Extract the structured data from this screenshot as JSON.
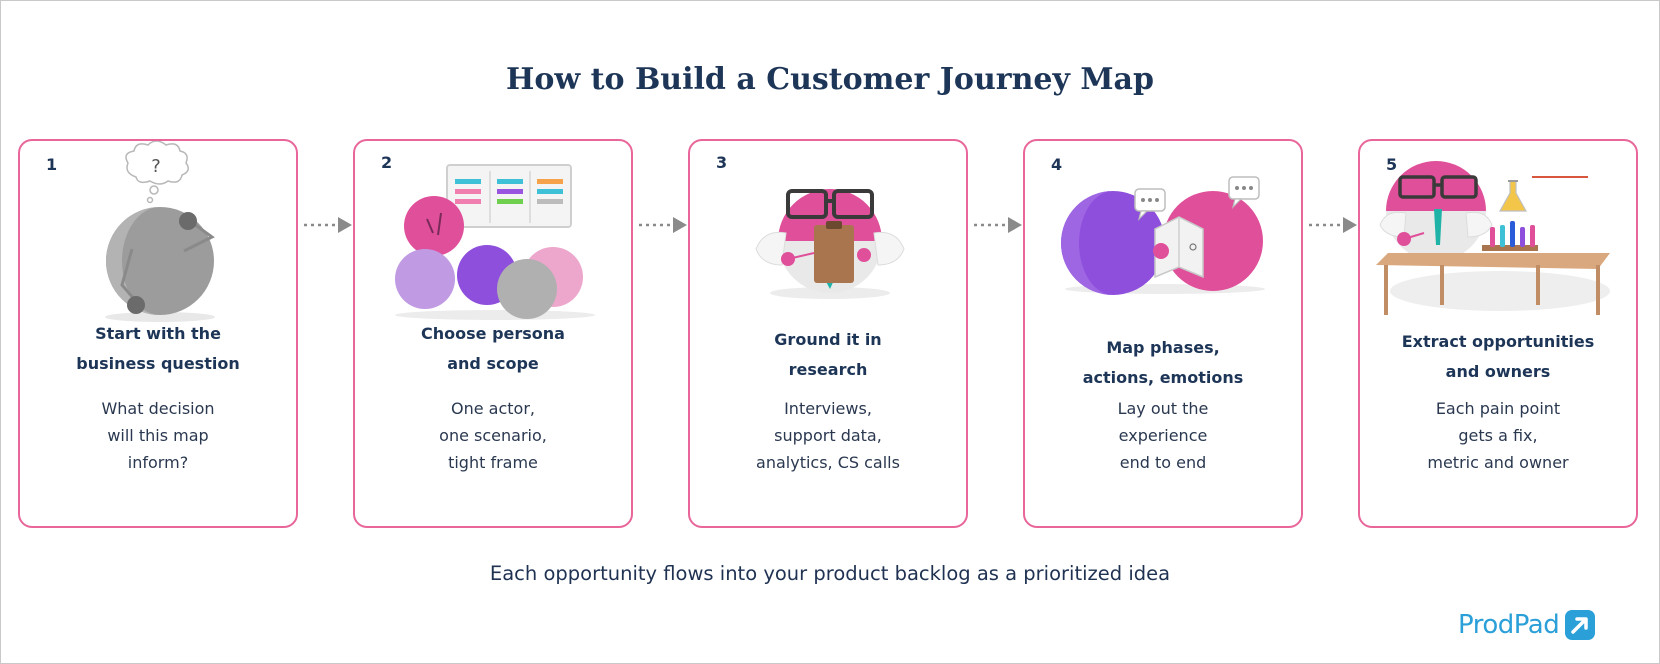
{
  "title": "How to Build a Customer Journey Map",
  "steps": [
    {
      "number": "1",
      "title_line1": "Start with the",
      "title_line2": "business question",
      "desc_line1": "What decision",
      "desc_line2": "will this map",
      "desc_line3": "inform?"
    },
    {
      "number": "2",
      "title_line1": "Choose persona",
      "title_line2": "and scope",
      "desc_line1": "One actor,",
      "desc_line2": "one scenario,",
      "desc_line3": "tight frame"
    },
    {
      "number": "3",
      "title_line1": "Ground it in",
      "title_line2": "research",
      "desc_line1": "Interviews,",
      "desc_line2": "support data,",
      "desc_line3": "analytics, CS calls"
    },
    {
      "number": "4",
      "title_line1": "Map phases,",
      "title_line2": "actions, emotions",
      "desc_line1": "Lay out the",
      "desc_line2": "experience",
      "desc_line3": "end to end"
    },
    {
      "number": "5",
      "title_line1": "Extract opportunities",
      "title_line2": "and owners",
      "desc_line1": "Each pain point",
      "desc_line2": "gets a fix,",
      "desc_line3": "metric and owner"
    }
  ],
  "footer": "Each opportunity flows into your product backlog as a prioritized idea",
  "brand": {
    "name": "ProdPad",
    "color": "#2a9fd8",
    "accent": "#e8669a"
  },
  "illustrations": {
    "step1": "thinking-character-icon",
    "step2": "persona-group-icon",
    "step3": "researcher-clipboard-icon",
    "step4": "two-characters-map-icon",
    "step5": "scientist-lab-table-icon"
  },
  "step1_thought": "?"
}
